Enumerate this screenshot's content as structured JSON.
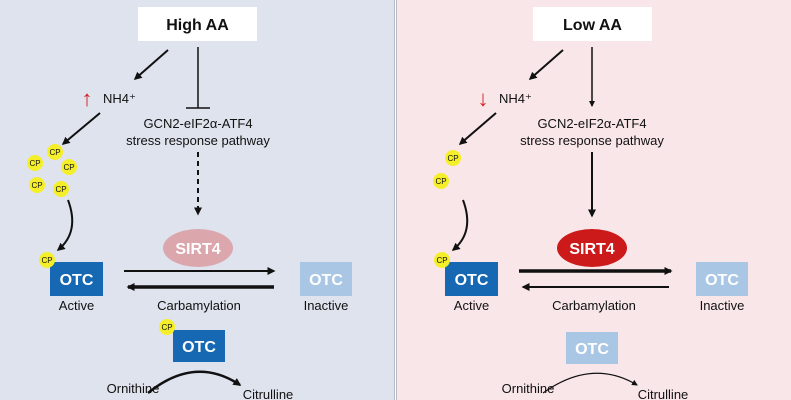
{
  "left": {
    "title": "High AA",
    "nh4_label": "NH4⁺",
    "nh4_arrow": "↑",
    "pathway_line1": "GCN2-eIF2α-ATF4",
    "pathway_line2": "stress response pathway",
    "sirt4_label": "SIRT4",
    "cp_label": "CP",
    "otc_active_label": "OTC",
    "active_caption": "Active",
    "otc_inactive_label": "OTC",
    "inactive_caption": "Inactive",
    "carbamylation_label": "Carbamylation",
    "otc_bottom_label": "OTC",
    "ornithine_label": "Ornithine",
    "citrulline_label": "Citrulline"
  },
  "right": {
    "title": "Low AA",
    "nh4_label": "NH4⁺",
    "nh4_arrow": "↓",
    "pathway_line1": "GCN2-eIF2α-ATF4",
    "pathway_line2": "stress response pathway",
    "sirt4_label": "SIRT4",
    "cp_label": "CP",
    "otc_active_label": "OTC",
    "active_caption": "Active",
    "otc_inactive_label": "OTC",
    "inactive_caption": "Inactive",
    "carbamylation_label": "Carbamylation",
    "otc_bottom_label": "OTC",
    "ornithine_label": "Ornithine",
    "citrulline_label": "Citrulline"
  },
  "colors": {
    "left_bg": "#dfe3ee",
    "right_bg": "#f9e6e8",
    "otc_active": "#1668b3",
    "otc_inactive": "#a9c7e4",
    "cp_yellow": "#f5ef2a",
    "sirt4_faded": "#dca6ad",
    "sirt4_strong": "#cc1a1a",
    "up_arrow": "#d42020",
    "down_arrow": "#d42020"
  },
  "icons": {
    "nh4_up": "up-arrow-icon",
    "nh4_down": "down-arrow-icon"
  }
}
